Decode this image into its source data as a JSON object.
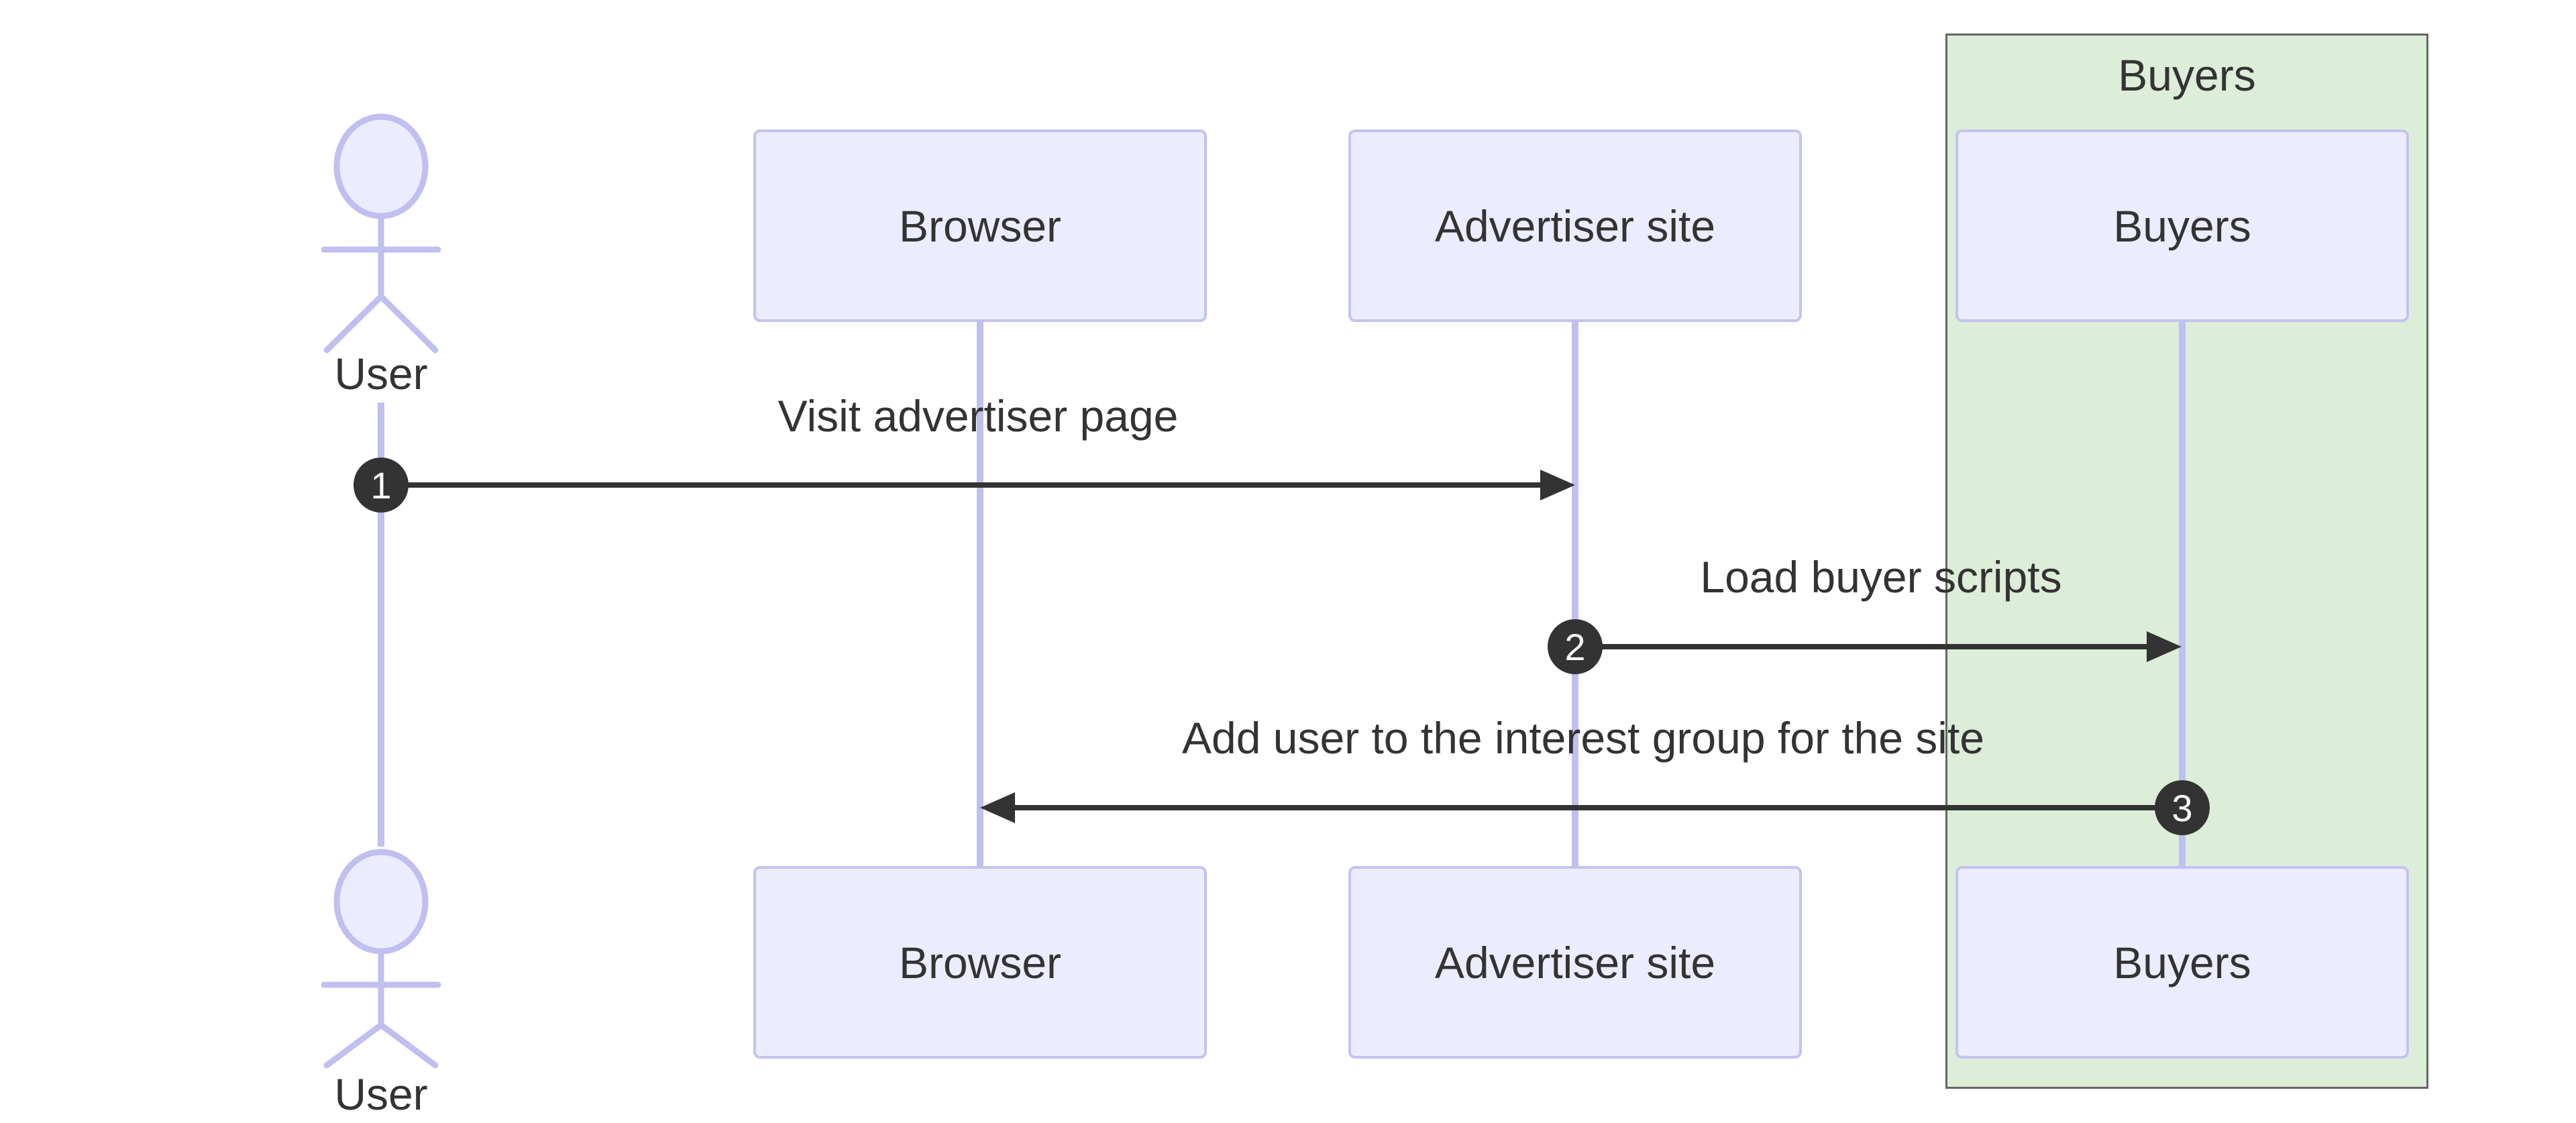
{
  "diagram_type": "sequence-diagram",
  "actors": [
    {
      "label": "User",
      "type": "actor"
    },
    {
      "label": "Browser",
      "type": "participant"
    },
    {
      "label": "Advertiser site",
      "type": "participant"
    },
    {
      "label": "Buyers",
      "type": "participant"
    }
  ],
  "group": {
    "label": "Buyers",
    "fill": "#DCEDD8",
    "border": "#666666",
    "contains": [
      "Buyers"
    ]
  },
  "messages": [
    {
      "number": "1",
      "text": "Visit advertiser page",
      "from": "User",
      "to": "Advertiser site",
      "direction": "right"
    },
    {
      "number": "2",
      "text": "Load buyer scripts",
      "from": "Advertiser site",
      "to": "Buyers",
      "direction": "right"
    },
    {
      "number": "3",
      "text": "Add user to the interest group for the site",
      "from": "Buyers",
      "to": "Browser",
      "direction": "left"
    }
  ],
  "colors": {
    "participant_fill": "#ECECFF",
    "participant_border": "#C3C3F0",
    "lifeline": "#BFBFF0",
    "group_fill": "#DCEDD8",
    "group_border": "#666666",
    "text": "#333333",
    "arrow": "#333333",
    "badge_fill": "#333333",
    "badge_text": "#FFFFFF",
    "background": "#FFFFFF"
  }
}
